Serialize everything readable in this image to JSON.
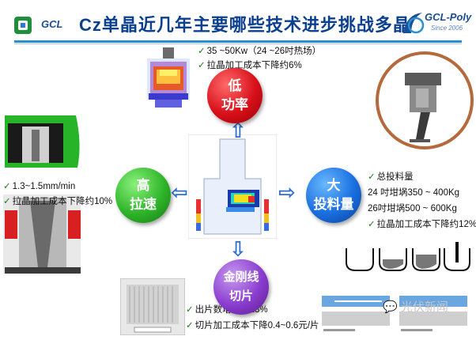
{
  "header": {
    "title": "Cz单晶近几年主要哪些技术进步挑战多晶",
    "left_logo_text": "GCL",
    "right_logo_text": "GCL-Poly",
    "right_logo_since": "Since 2006"
  },
  "center": {
    "top_circle": {
      "line1": "低",
      "line2": "功率"
    },
    "left_circle": {
      "line1": "高",
      "line2": "拉速"
    },
    "right_circle": {
      "line1": "大",
      "line2": "投料量"
    },
    "bottom_circle": {
      "line1": "金刚线",
      "line2": "切片"
    }
  },
  "top_bullets": [
    "35 ~50Kw（24 ~26吋热场）",
    "拉晶加工成本下降约6%"
  ],
  "left_bullets": [
    "1.3~1.5mm/min",
    "拉晶加工成本下降约10%"
  ],
  "right_bullets": [
    "总投料量",
    "24 吋坩埚350 ~ 400Kg",
    "26吋坩埚500 ~ 600Kg",
    "拉晶加工成本下降约12%"
  ],
  "bottom_bullets": [
    "出片数增加约13%",
    "切片加工成本下降0.4~0.6元/片"
  ],
  "watermark": "光伏新闻",
  "colors": {
    "title": "#0b3f8f",
    "rule": "#2a8fd0",
    "circle_top": "#d8101a",
    "circle_left": "#2fb52b",
    "circle_right": "#1a6fe0",
    "circle_bottom": "#8a3dce",
    "arrow": "#2f6fd0"
  }
}
